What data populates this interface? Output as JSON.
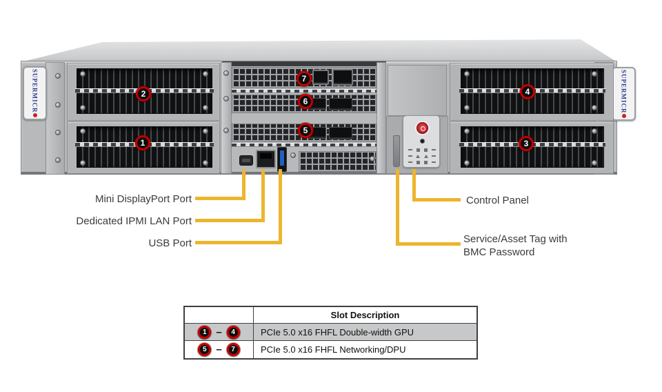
{
  "server": {
    "brand_left": "SUPERMICR",
    "brand_right": "SUPERMICR",
    "slot_badges": [
      "1",
      "2",
      "3",
      "4",
      "5",
      "6",
      "7"
    ]
  },
  "callouts": {
    "mini_dp": "Mini DisplayPort Port",
    "ipmi_lan": "Dedicated IPMI LAN Port",
    "usb": "USB Port",
    "control_panel": "Control Panel",
    "service_tag_line1": "Service/Asset Tag with",
    "service_tag_line2": "BMC Password"
  },
  "table": {
    "header": "Slot Description",
    "rows": [
      {
        "from": "1",
        "dash": "–",
        "to": "4",
        "description": "PCIe 5.0 x16 FHFL Double-width GPU"
      },
      {
        "from": "5",
        "dash": "–",
        "to": "7",
        "description": "PCIe 5.0 x16 FHFL Networking/DPU"
      }
    ]
  },
  "colors": {
    "callout_yellow": "#EDB52E",
    "badge_ring_red": "#C40000",
    "table_row_gray": "#C7C8C9"
  }
}
